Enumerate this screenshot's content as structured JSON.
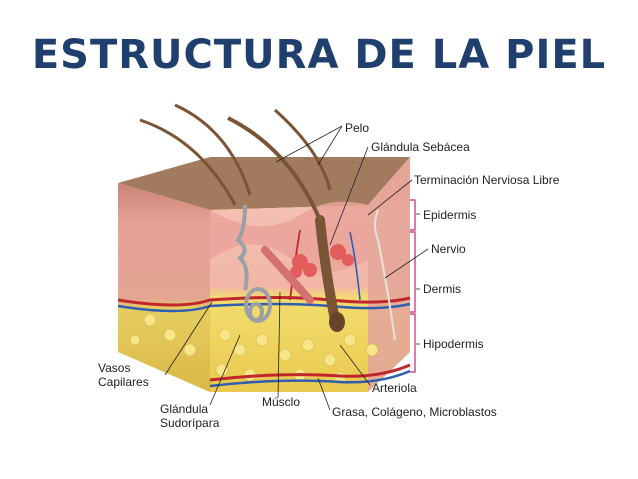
{
  "title": "ESTRUCTURA DE LA PIEL",
  "labels": {
    "pelo": "Pelo",
    "glandula_sebacea": "Glándula Sebácea",
    "terminacion": "Terminación Nerviosa Libre",
    "epidermis": "Epidermis",
    "nervio": "Nervio",
    "dermis": "Dermis",
    "hipodermis": "Hipodermis",
    "arteriola": "Arteriola",
    "grasa": "Grasa, Colágeno, Microblastos",
    "musculo": "Músclo",
    "glandula_sudoripara_1": "Glándula",
    "glandula_sudoripara_2": "Sudorípara",
    "vasos_1": "Vasos",
    "vasos_2": "Capilares"
  },
  "colors": {
    "title": "#1f3f6e",
    "epidermis": "#e8a7a0",
    "dermis": "#f2b7aa",
    "hypodermis": "#f0d86a",
    "hair": "#7a5535",
    "vessel_red": "#c0262c",
    "vessel_blue": "#2f5fb0"
  }
}
